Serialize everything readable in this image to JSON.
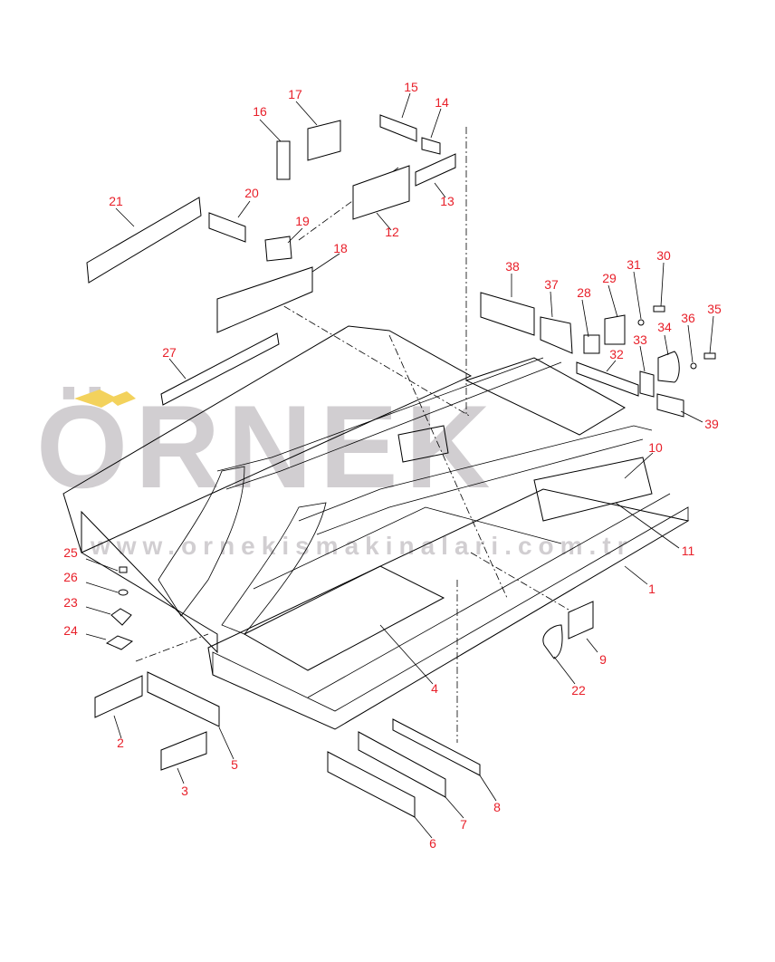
{
  "watermark": {
    "brand": "ÖRNEK",
    "url": "www.ornekismakinalari.com.tr",
    "logo_accent": "#f3d25c"
  },
  "label_color": "#e8202a",
  "callouts": [
    "1",
    "2",
    "3",
    "4",
    "5",
    "6",
    "7",
    "8",
    "9",
    "10",
    "11",
    "12",
    "13",
    "14",
    "15",
    "16",
    "17",
    "18",
    "19",
    "20",
    "21",
    "22",
    "23",
    "24",
    "25",
    "26",
    "27",
    "28",
    "29",
    "30",
    "31",
    "32",
    "33",
    "34",
    "35",
    "36",
    "37",
    "38",
    "39"
  ]
}
